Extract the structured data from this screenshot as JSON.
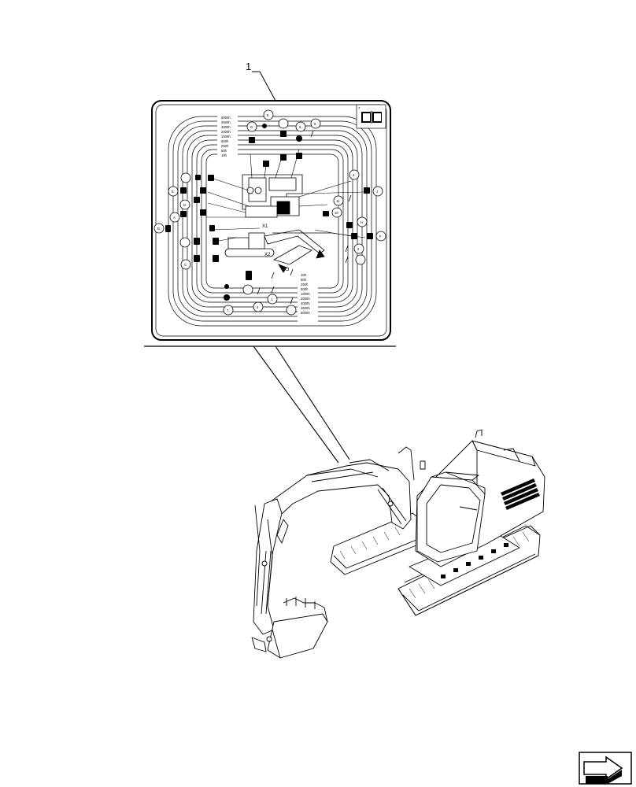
{
  "callout": {
    "item": "1"
  },
  "decal": {
    "intervals_top": [
      "5000h",
      "4500h",
      "4000h",
      "2000h",
      "1000h",
      "500h",
      "250h",
      "50h",
      "10h"
    ],
    "intervals_bottom": [
      "10h",
      "50h",
      "250h",
      "500h",
      "1000h",
      "2000h",
      "4000h",
      "4500h",
      "5000h"
    ],
    "letters": [
      "A",
      "B",
      "C",
      "D",
      "E",
      "F",
      "G",
      "H",
      "J"
    ],
    "numbers": [
      "1",
      "2",
      "3",
      "4",
      "6",
      "7",
      "8",
      "9",
      "10",
      "11"
    ],
    "x_labels": [
      "X1",
      "X2",
      "X3"
    ],
    "decal_tag": "7"
  },
  "nav": {
    "icon": "next-page-arrow-icon"
  }
}
